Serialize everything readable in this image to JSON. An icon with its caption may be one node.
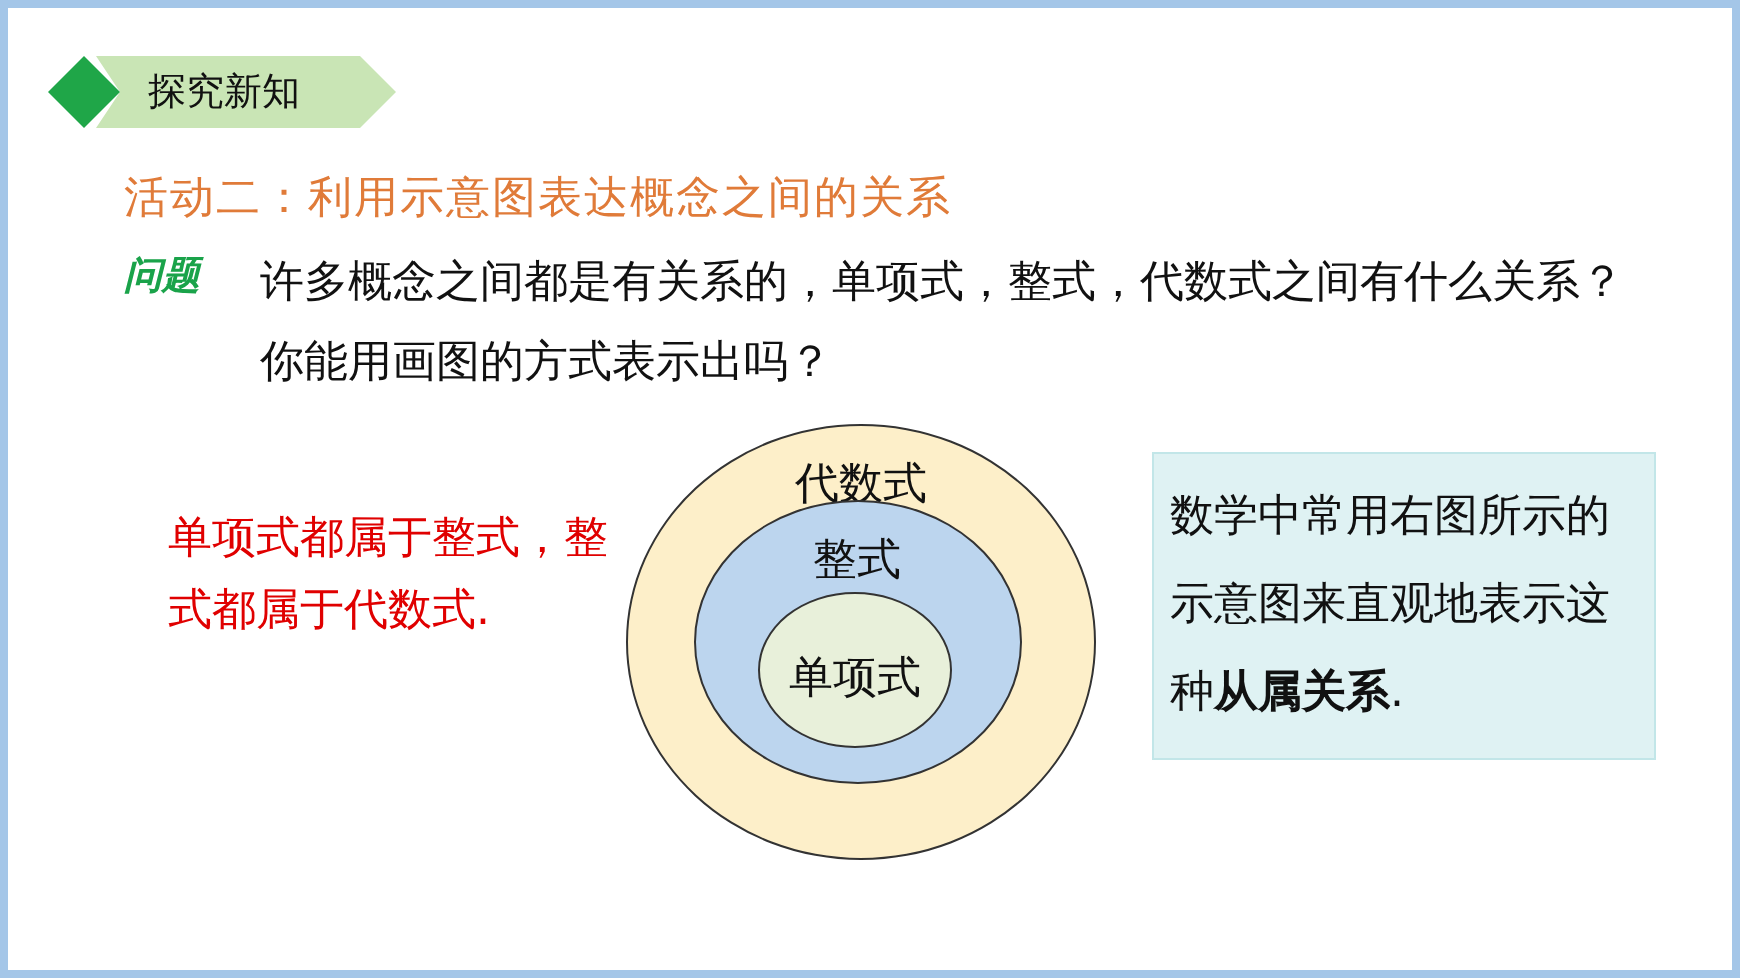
{
  "diagram": {
    "title": "活动二：利用示意图表达概念之间的关系",
    "nodes": [
      {
        "text": [
          "探究新知"
        ]
      },
      {
        "text": [
          "代数式"
        ]
      },
      {
        "text": [
          "整式"
        ],
        "in": 1
      },
      {
        "text": [
          "单项式"
        ],
        "in": 2
      },
      {
        "text": [
          "数学中常用右图所示的示意图来直观地表示这种**从属关系**."
        ]
      }
    ],
    "edges": [],
    "labels": [
      "问题",
      "许多概念之间都是有关系的，单项式，整式，代数式之间有什么关系？你能用画图的方式表示出吗？",
      "单项式都属于整式，整式都属于代数式."
    ]
  }
}
